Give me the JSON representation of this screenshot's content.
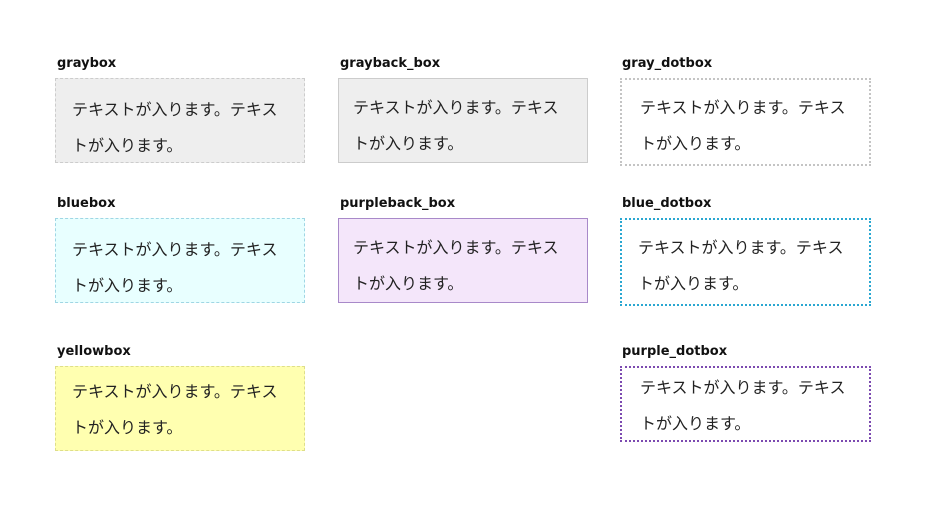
{
  "colors": {
    "gray_bg": "#eeeeee",
    "gray_border": "#cccccc",
    "blue_bg": "#e8ffff",
    "blue_border": "#2aa7d1",
    "purple_bg": "#f4e6fa",
    "purple_border": "#7c4ab0",
    "yellow_bg": "#ffffb0"
  },
  "boxes": {
    "graybox": {
      "label": "graybox",
      "line1": "テキストが入ります。テキス",
      "line2": "トが入ります。"
    },
    "grayback_box": {
      "label": "grayback_box",
      "line1": "テキストが入ります。テキス",
      "line2": "トが入ります。"
    },
    "gray_dotbox": {
      "label": "gray_dotbox",
      "line1": "テキストが入ります。テキス",
      "line2": "トが入ります。"
    },
    "bluebox": {
      "label": "bluebox",
      "line1": "テキストが入ります。テキス",
      "line2": "トが入ります。"
    },
    "purpleback_box": {
      "label": "purpleback_box",
      "line1": "テキストが入ります。テキス",
      "line2": "トが入ります。"
    },
    "blue_dotbox": {
      "label": "blue_dotbox",
      "line1": "テキストが入ります。テキス",
      "line2": "トが入ります。"
    },
    "yellowbox": {
      "label": "yellowbox",
      "line1": "テキストが入ります。テキス",
      "line2": "トが入ります。"
    },
    "purple_dotbox": {
      "label": "purple_dotbox",
      "line1": "テキストが入ります。テキス",
      "line2": "トが入ります。"
    }
  }
}
